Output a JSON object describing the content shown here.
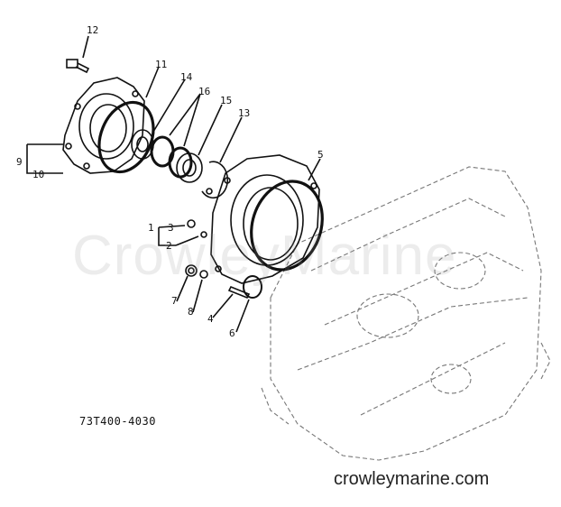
{
  "diagram": {
    "part_code": "73T400-4030",
    "watermark": "CrowleyMarine",
    "footer": "crowleymarine.com",
    "callouts": [
      "12",
      "11",
      "14",
      "16",
      "15",
      "13",
      "5",
      "9",
      "10",
      "1",
      "3",
      "2",
      "7",
      "8",
      "4",
      "6"
    ]
  }
}
